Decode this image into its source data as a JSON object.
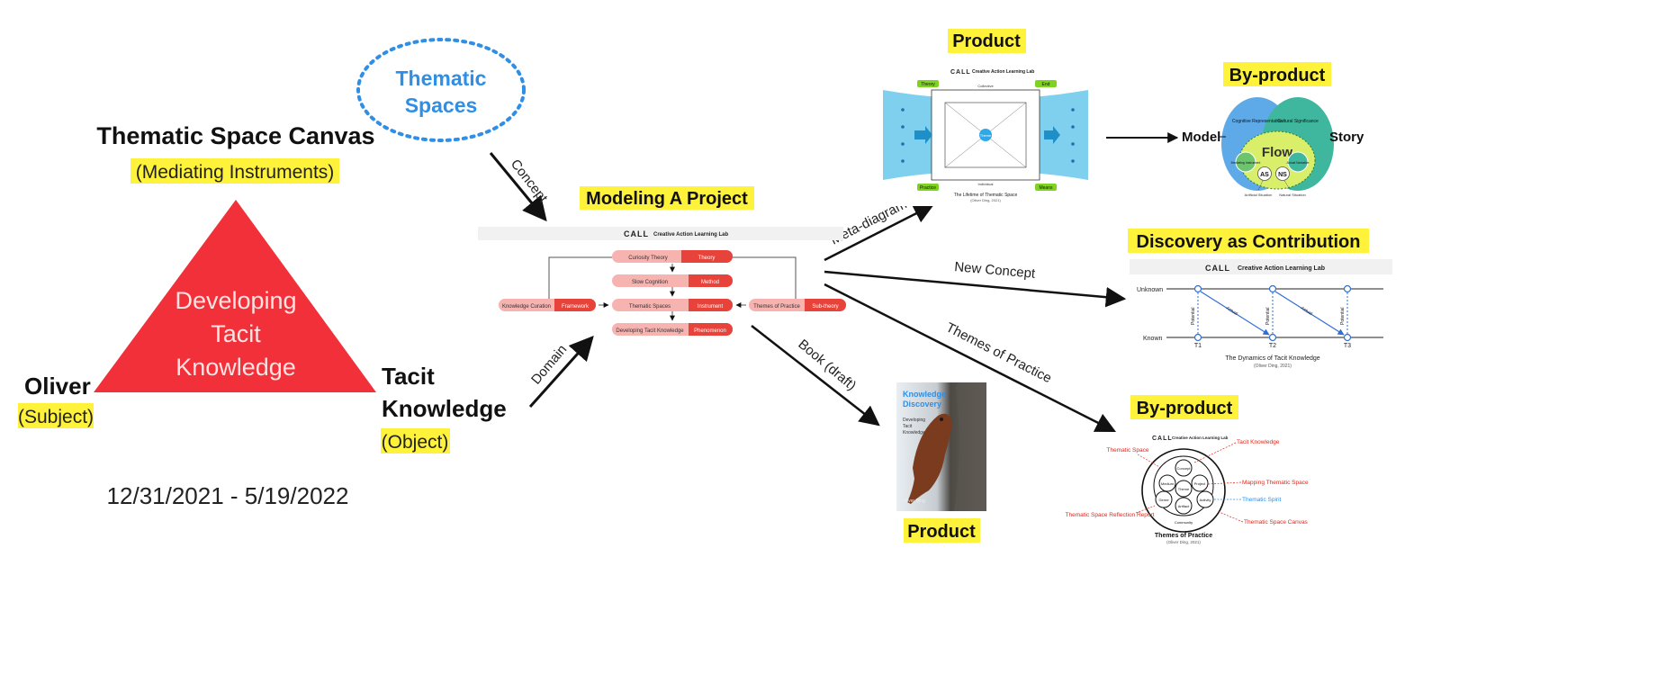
{
  "left": {
    "canvas_title": "Thematic Space Canvas",
    "canvas_subtitle": "(Mediating Instruments)",
    "triangle_text": [
      "Developing",
      "Tacit",
      "Knowledge"
    ],
    "subject_name": "Oliver",
    "subject_role": "(Subject)",
    "object_name_1": "Tacit",
    "object_name_2": "Knowledge",
    "object_role": "(Object)",
    "date_range": "12/31/2021 - 5/19/2022",
    "thematic_cloud": [
      "Thematic",
      "Spaces"
    ]
  },
  "arrows": {
    "concept": "Concept",
    "domain": "Domain",
    "meta_diagram": "Meta-diagram",
    "new_concept": "New Concept",
    "themes_of_practice": "Themes of Practice",
    "book_draft": "Book (draft)"
  },
  "center": {
    "title": "Modeling A Project",
    "lab_name": "Creative Action Learning Lab",
    "rows": [
      {
        "left": "Curiosity Theory",
        "right": "Theory"
      },
      {
        "left": "Slow Cognition",
        "right": "Method"
      },
      {
        "left": "Thematic Spaces",
        "right": "Instrument"
      },
      {
        "left": "Developing Tacit Knowledge",
        "right": "Phenomenon"
      }
    ],
    "side_left": {
      "left": "Knowledge Curation",
      "right": "Framework"
    },
    "side_right": {
      "left": "Themes of Practice",
      "right": "Sub-theory"
    }
  },
  "product_top": {
    "label": "Product",
    "lab_name": "Creative Action Learning Lab",
    "caption": "The Lifetime of Thematic Space",
    "caption_sub": "(Oliver Ding, 2021)",
    "corner_tl": "Theory",
    "corner_tr": "End",
    "corner_bl": "Practice",
    "corner_br": "Means",
    "center_word": "Theme",
    "top_word": "Collective",
    "bottom_word": "Individual"
  },
  "byproduct_top": {
    "label": "By-product",
    "model": "Model",
    "story": "Story",
    "flow": "Flow",
    "as": "AS",
    "ns": "NS",
    "left_blob": "Cognitive Representation",
    "right_blob": "Cultural Significance",
    "left_inner": "Mediating Instrument",
    "right_inner": "Actual Narrative",
    "left_foot": "Artificial Situation",
    "right_foot": "Natural Situation"
  },
  "discovery": {
    "label": "Discovery as Contribution",
    "lab_name": "Creative Action Learning Lab",
    "unknown": "Unknown",
    "known": "Known",
    "t1": "T1",
    "t2": "T2",
    "t3": "T3",
    "potential": "Potential",
    "actual": "Actual",
    "caption": "The Dynamics of Tacit Knowledge",
    "caption_sub": "(Oliver Ding, 2021)"
  },
  "byproduct_bottom": {
    "label": "By-product",
    "lab_name": "Creative Action Learning Lab",
    "center": "Theme",
    "ring_words": [
      "Concept",
      "Medium",
      "Project",
      "Genre",
      "Artifact",
      "Activity",
      "Community"
    ],
    "left_labels": [
      "Thematic Space",
      "Thematic Space Reflection Report"
    ],
    "right_labels": [
      "Tacit Knowledge",
      "Mapping Thematic Space",
      "Thematic Spirit",
      "Thematic Space Canvas"
    ],
    "caption": "Themes of Practice",
    "caption_sub": "(Oliver Ding, 2021)"
  },
  "book": {
    "label": "Product",
    "title_1": "Knowledge",
    "title_2": "Discovery",
    "sub_1": "Developing",
    "sub_2": "Tacit",
    "sub_3": "Knowledge",
    "author": "Oliver Ding"
  },
  "colors": {
    "triangle": "#f2303a",
    "highlight": "#fff23a",
    "cloud": "#2f8fe6",
    "pill_light": "#f6b3b0",
    "pill_dark": "#e8433a",
    "lifetime_blue": "#7fd0ee",
    "corner_green": "#7ed321",
    "blob_blue": "#5ea9e8",
    "blob_teal": "#3fb79e",
    "flow_yellow": "#d9ef6a",
    "red_label": "#e0261b",
    "blue_label": "#2f8fe6"
  }
}
